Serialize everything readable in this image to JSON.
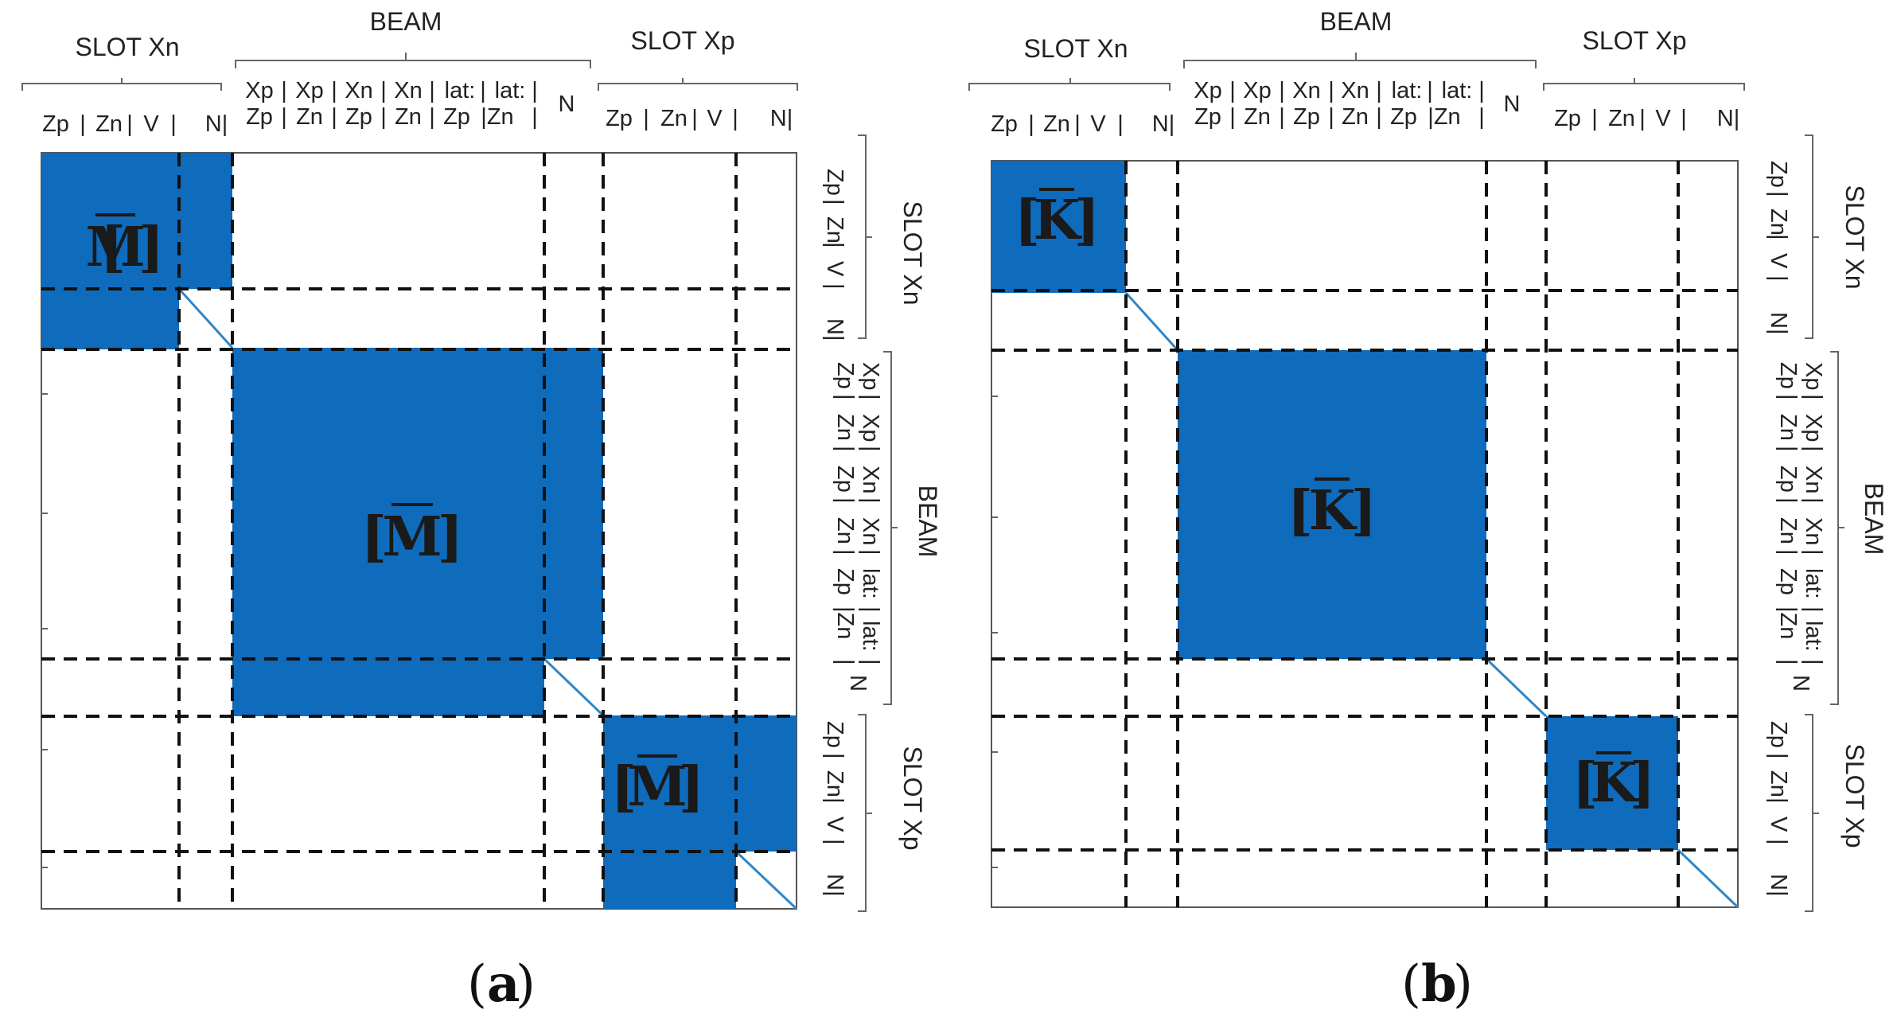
{
  "groups": {
    "slot_xn": "SLOT Xn",
    "beam": "BEAM",
    "slot_xp": "SLOT Xp"
  },
  "col_labels": {
    "slot_xn": [
      "Zp",
      "|",
      "Zn",
      "|",
      "V",
      "|",
      "N|"
    ],
    "beam_top": [
      "Xp",
      "|",
      "Xp",
      "|",
      "Xn",
      "|",
      "Xn",
      "|",
      "lat:",
      "|",
      "lat:",
      "|"
    ],
    "beam_bottom": [
      "Zp",
      "|",
      "Zn",
      "|",
      "Zp",
      "|",
      "Zn",
      "|",
      "Zp",
      "|Zn",
      "|"
    ],
    "beam_n": "N",
    "slot_xp": [
      "Zp",
      "|",
      "Zn",
      "|",
      "V",
      "|",
      "N|"
    ]
  },
  "matrices": [
    {
      "symbol": "M",
      "caption_open": "(",
      "caption_letter": "a",
      "caption_close": ")"
    },
    {
      "symbol": "K",
      "caption_open": "(",
      "caption_letter": "b",
      "caption_close": ")"
    }
  ],
  "colors": {
    "block": "#0f6bbc",
    "diagonal": "#2f86c8",
    "dash": "#111111",
    "frame": "#555555"
  }
}
